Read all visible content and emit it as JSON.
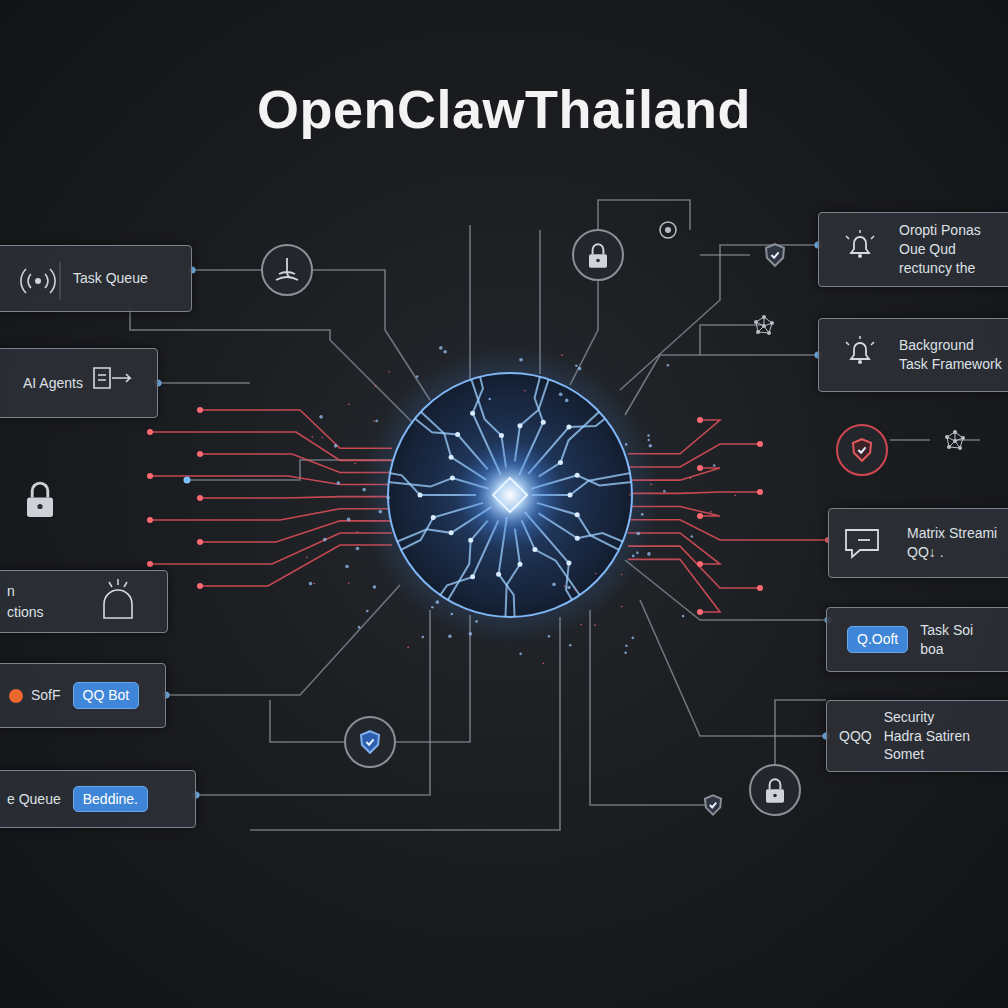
{
  "diagram": {
    "title": "OpenClawThailand",
    "nodes": [
      {
        "text": [
          "Task Queue"
        ]
      },
      {
        "text": [
          "AI Agents"
        ]
      },
      {
        "text": [
          "n",
          "ctions"
        ]
      },
      {
        "text": [
          "SofF"
        ]
      },
      {
        "text": [
          "QQ Bot"
        ],
        "in": 3
      },
      {
        "text": [
          "e Queue"
        ]
      },
      {
        "text": [
          "Beddine."
        ],
        "in": 5
      },
      {
        "text": [
          "Oropti Ponas Oue Qud rectuncy the"
        ]
      },
      {
        "text": [
          "Background Task Framework"
        ]
      },
      {
        "text": [
          "Matrix Streami QQ↓ ."
        ]
      },
      {
        "text": [
          "Task Soi boa"
        ]
      },
      {
        "text": [
          "Q.Ooft"
        ],
        "in": 10
      },
      {
        "text": [
          "QQQ",
          "Security Hadra Satiren Somet"
        ]
      }
    ]
  }
}
